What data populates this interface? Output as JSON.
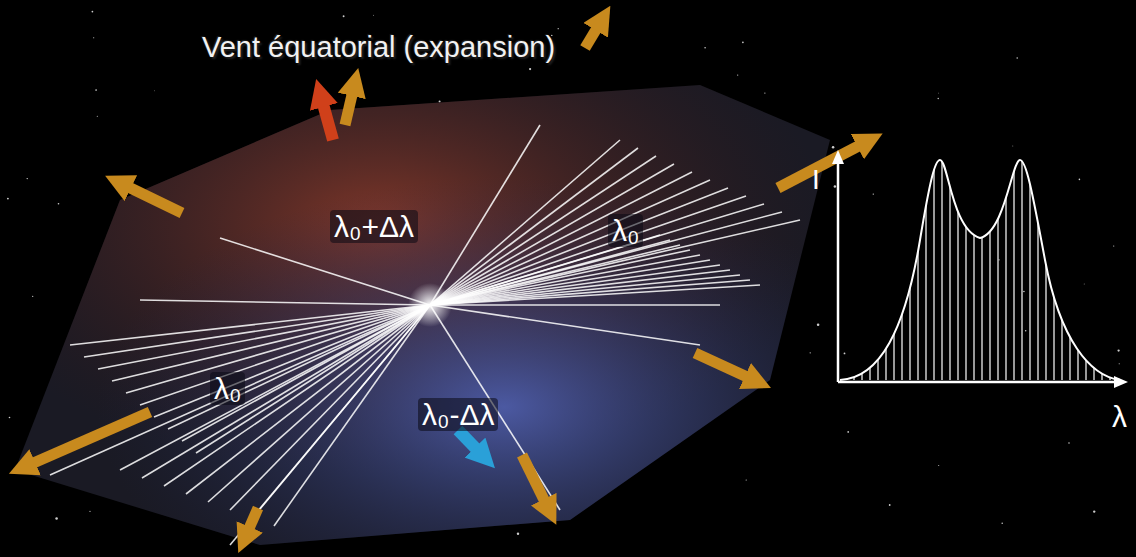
{
  "diagram": {
    "labels": [
      "Vent équatorial (expansion)",
      "λ₀+Δλ",
      "λ₀",
      "λ₀",
      "λ₀-Δλ",
      "I",
      "λ"
    ]
  }
}
